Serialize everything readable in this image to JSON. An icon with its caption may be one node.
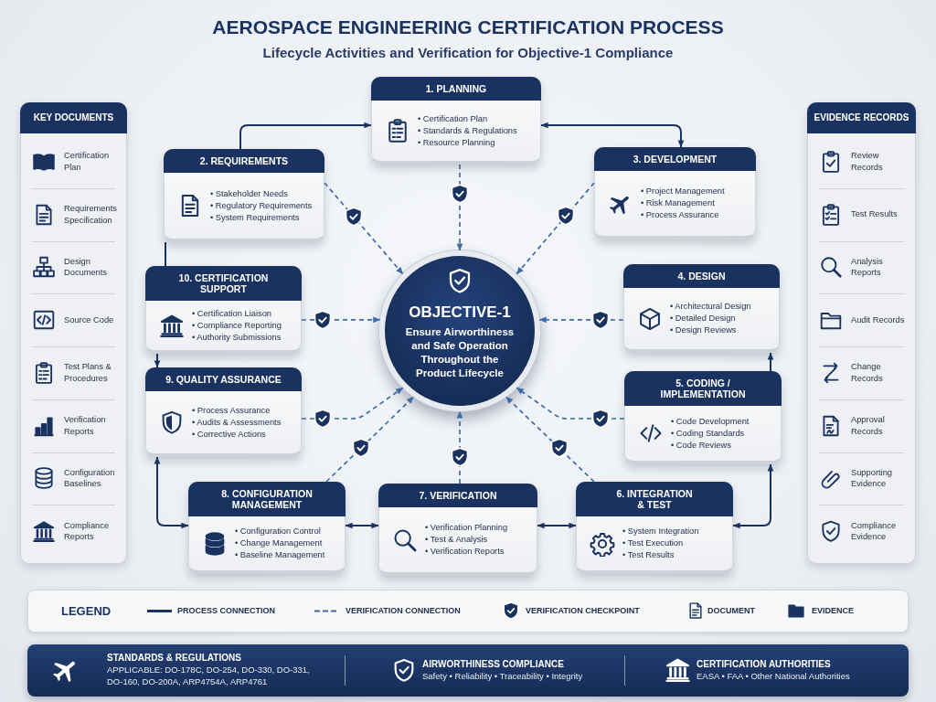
{
  "diagram": {
    "title": "AEROSPACE ENGINEERING CERTIFICATION PROCESS",
    "nodes": [
      {
        "text": [
          "KEY DOCUMENTS",
          "Certification Plan",
          "Requirements Specification",
          "Design Documents",
          "Source Code",
          "Test Plans & Procedures",
          "Verification Reports",
          "Configuration Baselines",
          "Compliance Reports"
        ]
      },
      {
        "text": [
          "1. PLANNING",
          "• Certification Plan",
          "• Standards & Regulations",
          "• Resource Planning"
        ]
      },
      {
        "text": [
          "EVIDENCE RECORDS",
          "Review Records",
          "Test Results",
          "Analysis Reports",
          "Audit Records",
          "Change Records",
          "Approval Records",
          "Supporting Evidence",
          "Compliance Evidence"
        ]
      },
      {
        "text": [
          "2. REQUIREMENTS",
          "• Stakeholder Needs",
          "• Regulatory Requirements",
          "• System Requirements"
        ]
      },
      {
        "text": [
          "3. DEVELOPMENT",
          "• Project Management",
          "• Risk Management",
          "• Process Assurance"
        ]
      },
      {
        "text": [
          "10. CERTIFICATION SUPPORT",
          "• Certification Liaison",
          "• Compliance Reporting",
          "• Authority Submissions"
        ]
      },
      {
        "text": [
          "OBJECTIVE-1",
          "Ensure Airworthiness and Safe Operation Throughout the Product Lifecycle"
        ]
      },
      {
        "text": [
          "4. DESIGN",
          "• Architectural Design",
          "• Detailed Design",
          "• Design Reviews"
        ]
      },
      {
        "text": [
          "9. QUALITY ASSURANCE",
          "• Process Assurance",
          "• Audits & Assessments",
          "• Corrective Actions"
        ]
      },
      {
        "text": [
          "5. CODING / IMPLEMENTATION",
          "• Code Development",
          "• Coding Standards",
          "• Code Reviews"
        ]
      },
      {
        "text": [
          "8. CONFIGURATION MANAGEMENT",
          "• Configuration Control",
          "• Change Management",
          "• Baseline Management"
        ]
      },
      {
        "text": [
          "7. VERIFICATION",
          "• Verification Planning",
          "• Test & Analysis",
          "• Verification Reports"
        ]
      },
      {
        "text": [
          "6. INTEGRATION & TEST",
          "• System Integration",
          "• Test Execution",
          "• Test Results"
        ]
      },
      {
        "text": [
          "STANDARDS & REGULATIONS",
          "APPLICABLE: DO-178C, DO-254, DO-330, DO-331, DO-160, DO-200A, ARP4754A, ARP4761",
          "AIRWORTHINESS COMPLIANCE",
          "Safety • Reliability • Traceability • Integrity",
          "CERTIFICATION AUTHORITIES",
          "EASA • FAA • Other National Authorities"
        ]
      }
    ],
    "edges": [
      {
        "from": 3,
        "to": 1,
        "arrow": "to"
      },
      {
        "from": 1,
        "to": 4,
        "arrow": "both"
      },
      {
        "from": 3,
        "to": 5,
        "arrow": "none"
      },
      {
        "from": 5,
        "to": 8,
        "arrow": "to"
      },
      {
        "from": 8,
        "to": 10,
        "arrow": "both"
      },
      {
        "from": 10,
        "to": 11,
        "arrow": "both"
      },
      {
        "from": 11,
        "to": 12,
        "arrow": "both"
      },
      {
        "from": 12,
        "to": 9,
        "arrow": "both"
      },
      {
        "from": 9,
        "to": 7,
        "arrow": "to"
      },
      {
        "from": 1,
        "to": 6,
        "arrow": "to",
        "style": "dashed",
        "color": "#3d6aa8"
      },
      {
        "from": 3,
        "to": 6,
        "arrow": "to",
        "style": "dashed",
        "color": "#3d6aa8"
      },
      {
        "from": 4,
        "to": 6,
        "arrow": "to",
        "style": "dashed",
        "color": "#3d6aa8"
      },
      {
        "from": 5,
        "to": 6,
        "arrow": "to",
        "style": "dashed",
        "color": "#3d6aa8"
      },
      {
        "from": 7,
        "to": 6,
        "arrow": "to",
        "style": "dashed",
        "color": "#3d6aa8"
      },
      {
        "from": 8,
        "to": 6,
        "arrow": "to",
        "style": "dashed",
        "color": "#3d6aa8"
      },
      {
        "from": 10,
        "to": 6,
        "arrow": "to",
        "style": "dashed",
        "color": "#3d6aa8"
      },
      {
        "from": 11,
        "to": 6,
        "arrow": "to",
        "style": "dashed",
        "color": "#3d6aa8"
      },
      {
        "from": 9,
        "to": 6,
        "arrow": "to",
        "style": "dashed",
        "color": "#3d6aa8"
      },
      {
        "from": 12,
        "to": 6,
        "arrow": "to",
        "style": "dashed",
        "color": "#3d6aa8"
      }
    ],
    "labels": [
      "Lifecycle Activities and Verification for Objective-1 Compliance",
      "LEGEND"
    ],
    "legend": [
      {
        "text": "PROCESS CONNECTION"
      },
      {
        "text": "VERIFICATION CONNECTION"
      },
      {
        "text": "VERIFICATION CHECKPOINT"
      },
      {
        "text": "DOCUMENT"
      },
      {
        "text": "EVIDENCE"
      }
    ]
  }
}
